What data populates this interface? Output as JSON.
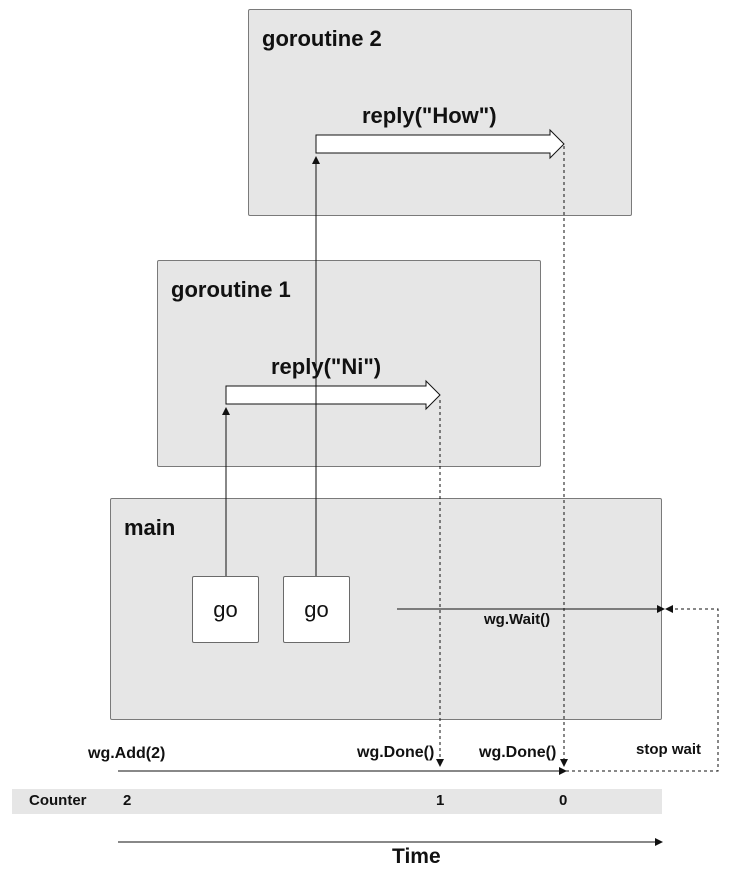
{
  "colors": {
    "box_fill": "#e6e6e6",
    "band_fill": "#e6e6e6",
    "line": "#111111"
  },
  "boxes": {
    "goroutine2": {
      "title": "goroutine 2",
      "reply_label": "reply(\"How\")"
    },
    "goroutine1": {
      "title": "goroutine 1",
      "reply_label": "reply(\"Ni\")"
    },
    "main": {
      "title": "main",
      "go_buttons": [
        "go",
        "go"
      ],
      "wait_label": "wg.Wait()"
    }
  },
  "timeline": {
    "add_label": "wg.Add(2)",
    "done_labels": [
      "wg.Done()",
      "wg.Done()"
    ],
    "stop_wait_label": "stop wait",
    "counter_label": "Counter",
    "counter_values": [
      "2",
      "1",
      "0"
    ],
    "time_label": "Time"
  }
}
